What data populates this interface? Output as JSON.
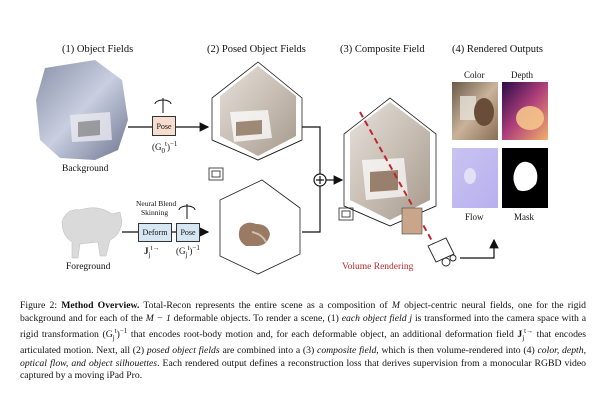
{
  "figure": {
    "stage_headers": [
      "(1) Object Fields",
      "(2) Posed Object Fields",
      "(3) Composite Field",
      "(4) Rendered Outputs"
    ],
    "background_label": "Background",
    "foreground_label": "Foreground",
    "pose_label": "Pose",
    "pose_label_fg": "Pose",
    "deform_label": "Deform",
    "neural_blend": "Neural Blend",
    "skinning": "Skinning",
    "math_g0": "(G",
    "math_g0_sub": "0",
    "math_g0_sup": "t",
    "math_g0_exp": ")",
    "math_g0_inv": "−1",
    "math_j": "J",
    "math_j_sub": "j",
    "math_j_sup": "t→",
    "math_gj": "(G",
    "math_gj_sub": "j",
    "math_gj_sup": "t",
    "math_gj_close": ")",
    "math_gj_inv": "−1",
    "output_labels": {
      "color": "Color",
      "depth": "Depth",
      "flow": "Flow",
      "mask": "Mask"
    },
    "volume_rendering": "Volume Rendering",
    "accent_red": "#c0262d"
  },
  "caption": {
    "label": "Figure 2:",
    "title": "Method Overview.",
    "s1": "Total-Recon represents the entire scene as a composition of ",
    "M": "M",
    "s2": " object-centric neural fields, one for the rigid background and for each of the ",
    "Mminus": "M − 1",
    "s3": " deformable objects. To render a scene, (1) ",
    "i1": "each object field j",
    "s4": " is transformed into the camera space with a rigid transformation ",
    "tf": "(G",
    "tf_sub": "j",
    "tf_sup": "t",
    "tf_close": ")",
    "tf_inv": "−1",
    "s5": " that encodes root-body motion and, for each deformable object, an additional deformation field ",
    "df": "J",
    "df_sub": "j",
    "df_sup": "t→",
    "s6": " that encodes articulated motion. Next, all (2) ",
    "i2": "posed object fields",
    "s7": " are combined into a (3) ",
    "i3": "composite field",
    "s8": ", which is then volume-rendered into (4) ",
    "i4": "color, depth, optical flow, and object silhouettes",
    "s9": ". Each rendered output defines a reconstruction loss that derives supervision from a monocular RGBD video captured by a moving iPad Pro."
  }
}
